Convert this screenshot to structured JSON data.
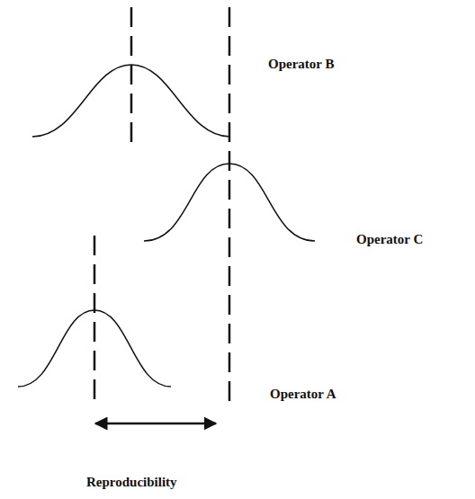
{
  "diagram": {
    "labels": [
      "Operator B",
      "Operator C",
      "Operator A",
      "Reproducibility"
    ]
  }
}
